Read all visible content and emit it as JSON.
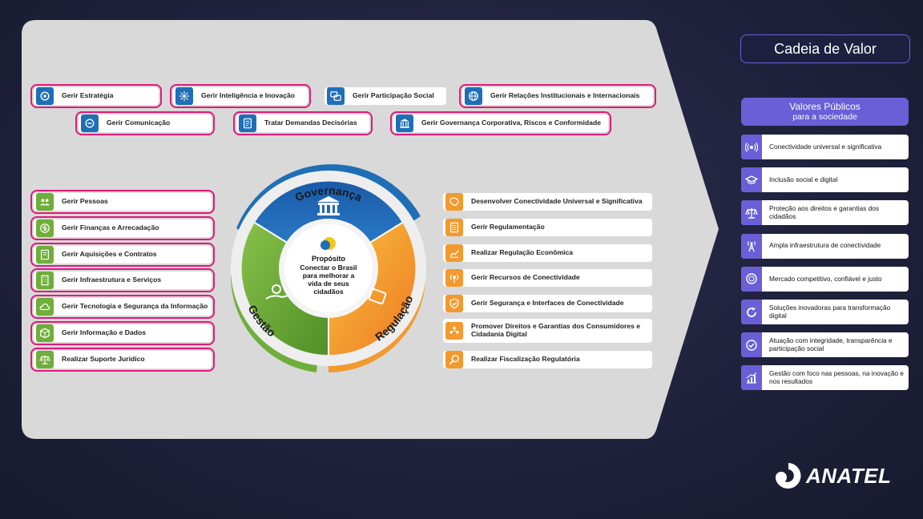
{
  "governance_row1": [
    {
      "label": "Gerir Estratégia",
      "icon": "target-icon"
    },
    {
      "label": "Gerir Inteligência e Inovação",
      "icon": "network-icon"
    },
    {
      "label": "Gerir Participação Social",
      "icon": "chat-icon"
    },
    {
      "label": "Gerir Relações Institucionais e Internacionais",
      "icon": "globe-icon"
    }
  ],
  "governance_row2": [
    {
      "label": "Gerir Comunicação",
      "icon": "megaphone-icon"
    },
    {
      "label": "Tratar Demandas Decisórias",
      "icon": "document-icon"
    },
    {
      "label": "Gerir Governança Corporativa, Riscos e Conformidade",
      "icon": "institution-icon"
    }
  ],
  "gestao_items": [
    {
      "label": "Gerir Pessoas",
      "icon": "people-icon"
    },
    {
      "label": "Gerir Finanças e Arrecadação",
      "icon": "coin-icon"
    },
    {
      "label": "Gerir Aquisições e Contratos",
      "icon": "contract-icon"
    },
    {
      "label": "Gerir Infraestrutura e Serviços",
      "icon": "building-icon"
    },
    {
      "label": "Gerir Tecnologia e Segurança da Informação",
      "icon": "cloud-icon"
    },
    {
      "label": "Gerir Informação e Dados",
      "icon": "cube-icon"
    },
    {
      "label": "Realizar Suporte Jurídico",
      "icon": "scale-icon"
    }
  ],
  "regulacao_items": [
    {
      "label": "Desenvolver Conectividade Universal e Significativa",
      "icon": "map-icon"
    },
    {
      "label": "Gerir Regulamentação",
      "icon": "rules-icon"
    },
    {
      "label": "Realizar Regulação Econômica",
      "icon": "chart-icon"
    },
    {
      "label": "Gerir Recursos de Conectividade",
      "icon": "signal-icon"
    },
    {
      "label": "Gerir Segurança e Interfaces de Conectividade",
      "icon": "shield-icon"
    },
    {
      "label": "Promover Direitos e Garantias dos Consumidores e Cidadania Digital",
      "icon": "users-icon"
    },
    {
      "label": "Realizar Fiscalização Regulatória",
      "icon": "magnifier-icon"
    }
  ],
  "wheel": {
    "governanca": "Governança",
    "gestao": "Gestão",
    "regulacao": "Regulação",
    "proposito_title": "Propósito",
    "proposito_lines": [
      "Conectar o Brasil",
      "para melhorar a",
      "vida de seus",
      "cidadãos"
    ]
  },
  "cadeia_title": "Cadeia de Valor",
  "valores_header": {
    "line1": "Valores Públicos",
    "line2": "para a sociedade"
  },
  "valores_items": [
    {
      "label": "Conectividade universal e significativa",
      "icon": "wifi-icon"
    },
    {
      "label": "Inclusão social e digital",
      "icon": "graduation-icon"
    },
    {
      "label": "Proteção aos direitos e garantias dos cidadãos",
      "icon": "balance-icon"
    },
    {
      "label": "Ampla infraestrutura de conectividade",
      "icon": "antenna-icon"
    },
    {
      "label": "Mercado competitivo, confiável e justo",
      "icon": "money-icon"
    },
    {
      "label": "Soluções inovadoras para transformação digital",
      "icon": "refresh-icon"
    },
    {
      "label": "Atuação com integridade, transparência e participação social",
      "icon": "check-icon"
    },
    {
      "label": "Gestão com foco nas pessoas, na inovação e nos resultados",
      "icon": "growth-icon"
    }
  ],
  "brand": "ANATEL",
  "colors": {
    "governanca": "#1f6fb7",
    "gestao": "#6fae3a",
    "regulacao": "#f29a2e",
    "valores": "#6a5fd7",
    "highlight": "#e0197a"
  }
}
